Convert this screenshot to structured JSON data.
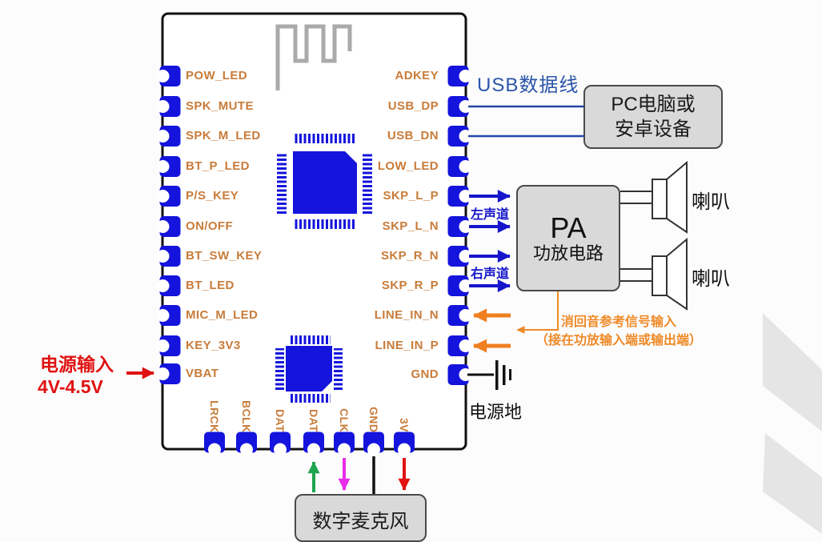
{
  "module": {
    "left_pins": [
      "POW_LED",
      "SPK_MUTE",
      "SPK_M_LED",
      "BT_P_LED",
      "P/S_KEY",
      "ON/OFF",
      "BT_SW_KEY",
      "BT_LED",
      "MIC_M_LED",
      "KEY_3V3",
      "VBAT"
    ],
    "right_pins": [
      "ADKEY",
      "USB_DP",
      "USB_DN",
      "LOW_LED",
      "SKP_L_P",
      "SKP_L_N",
      "SKP_R_N",
      "SKP_R_P",
      "LINE_IN_N",
      "LINE_IN_P",
      "GND"
    ],
    "bottom_pins": [
      "LRCK",
      "BCLK",
      "DAT",
      "DAT",
      "CLK",
      "GND",
      "3V"
    ]
  },
  "annotations": {
    "usb_label": "USB数据线",
    "pc_box_line1": "PC电脑或",
    "pc_box_line2": "安卓设备",
    "pa_title": "PA",
    "pa_subtitle": "功放电路",
    "left_channel": "左声道",
    "right_channel": "右声道",
    "speaker1": "喇叭",
    "speaker2": "喇叭",
    "echo_line1": "消回音参考信号输入",
    "echo_line2": "（接在功放输入端或输出端）",
    "power_ground": "电源地",
    "power_input_line1": "电源输入",
    "power_input_line2": "4V-4.5V",
    "digital_mic": "数字麦克风"
  },
  "colors": {
    "pin_blue": "#1414dd",
    "pin_label_orange": "#c87c3a",
    "usb_line_blue": "#2446a8",
    "channel_arrow_blue": "#1515cc",
    "echo_orange": "#ef8a28",
    "power_red": "#e01212",
    "mic_data_green": "#1fa54f",
    "mic_clk_magenta": "#e82ce8",
    "box_gray": "#d9d9d9",
    "antenna_gray": "#aaaaaa",
    "watermark_gray": "#e5e5e5"
  }
}
